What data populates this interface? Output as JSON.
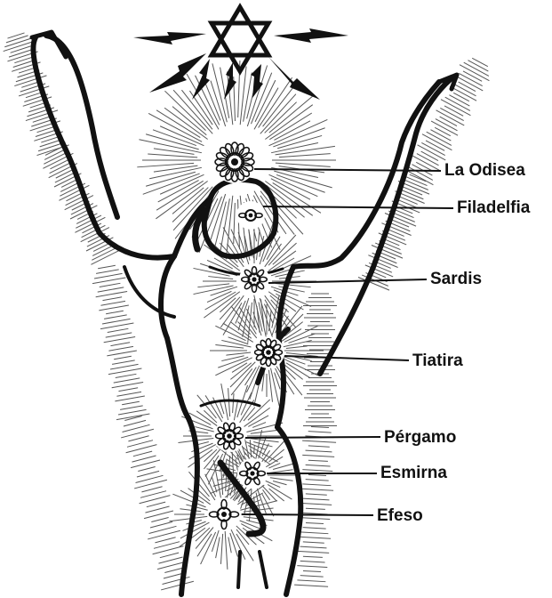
{
  "labels": [
    {
      "text": "La Odisea"
    },
    {
      "text": "Filadelfia"
    },
    {
      "text": "Sardis"
    },
    {
      "text": "Tiatira"
    },
    {
      "text": "Pérgamo"
    },
    {
      "text": "Esmirna"
    },
    {
      "text": "Efeso"
    }
  ],
  "colors": {
    "ink": "#111111",
    "paper": "#ffffff",
    "halo": "#555555"
  },
  "icons": [
    "star-of-david-icon",
    "lightning-bolt-icon",
    "crown-chakra-icon",
    "eye-chakra-icon",
    "throat-chakra-icon",
    "heart-chakra-icon",
    "solar-plexus-chakra-icon",
    "sacral-chakra-icon",
    "root-chakra-icon"
  ]
}
